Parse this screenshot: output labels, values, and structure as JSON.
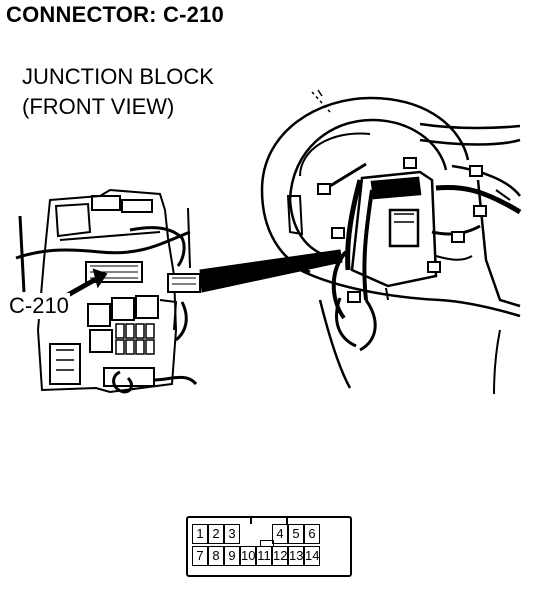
{
  "header": {
    "title": "CONNECTOR: C-210",
    "subtitle_line1": "JUNCTION BLOCK",
    "subtitle_line2": "(FRONT VIEW)"
  },
  "callout": {
    "label": "C-210"
  },
  "connector": {
    "top_row": [
      "1",
      "2",
      "3",
      "",
      "",
      "4",
      "5",
      "6"
    ],
    "bottom_row": [
      "7",
      "8",
      "9",
      "10",
      "11",
      "12",
      "13",
      "14"
    ]
  }
}
